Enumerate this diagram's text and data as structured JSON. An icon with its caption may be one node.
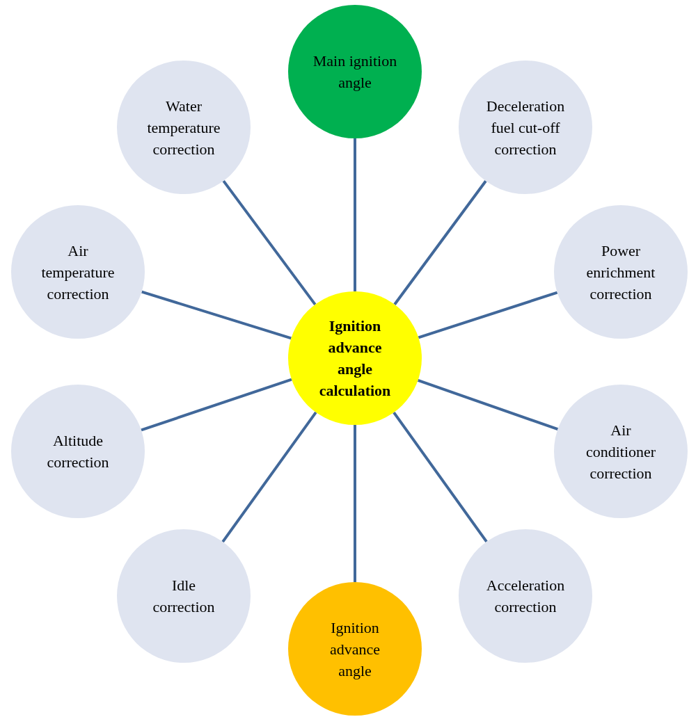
{
  "diagram": {
    "nodes": [
      {
        "text": [
          "Ignition advance angle calculation"
        ]
      },
      {
        "text": [
          "Main ignition angle"
        ]
      },
      {
        "text": [
          "Deceleration fuel cut-off correction"
        ]
      },
      {
        "text": [
          "Power enrichment correction"
        ]
      },
      {
        "text": [
          "Air conditioner correction"
        ]
      },
      {
        "text": [
          "Acceleration correction"
        ]
      },
      {
        "text": [
          "Ignition advance angle"
        ]
      },
      {
        "text": [
          "Idle correction"
        ]
      },
      {
        "text": [
          "Altitude correction"
        ]
      },
      {
        "text": [
          "Air temperature correction"
        ]
      },
      {
        "text": [
          "Water temperature correction"
        ]
      }
    ],
    "edges": [
      {
        "from": 1,
        "to": 0,
        "arrow": "none"
      },
      {
        "from": 2,
        "to": 0,
        "arrow": "none"
      },
      {
        "from": 3,
        "to": 0,
        "arrow": "none"
      },
      {
        "from": 4,
        "to": 0,
        "arrow": "none"
      },
      {
        "from": 5,
        "to": 0,
        "arrow": "none"
      },
      {
        "from": 6,
        "to": 0,
        "arrow": "none"
      },
      {
        "from": 7,
        "to": 0,
        "arrow": "none"
      },
      {
        "from": 8,
        "to": 0,
        "arrow": "none"
      },
      {
        "from": 9,
        "to": 0,
        "arrow": "none"
      },
      {
        "from": 10,
        "to": 0,
        "arrow": "none"
      }
    ]
  }
}
